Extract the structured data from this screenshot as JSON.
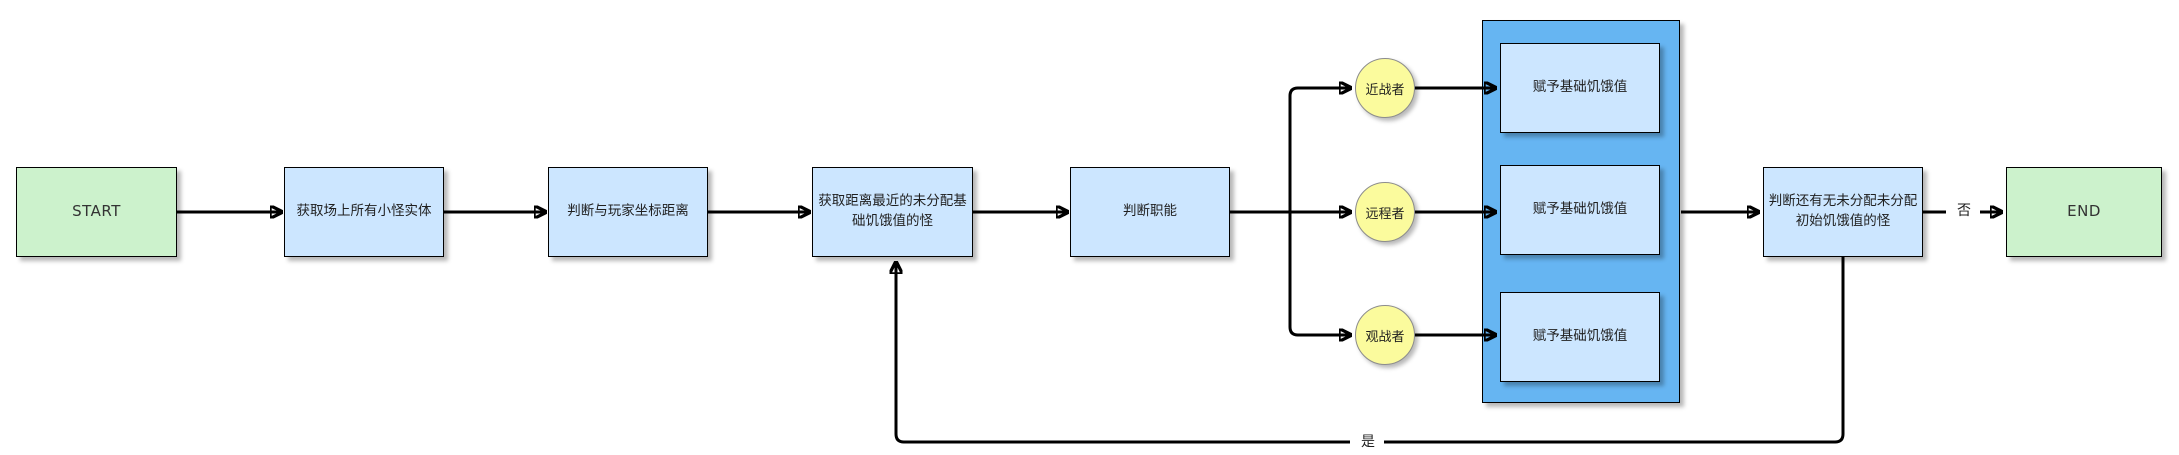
{
  "diagram": {
    "type": "flowchart",
    "nodes": {
      "start": {
        "label": "START"
      },
      "get_monsters": {
        "label": "获取场上所有小怪实体"
      },
      "judge_distance": {
        "label": "判断与玩家坐标距离"
      },
      "get_nearest": {
        "label": "获取距离最近的未分配基础饥饿值的怪"
      },
      "judge_role": {
        "label": "判断职能"
      },
      "role_melee": {
        "label": "近战者"
      },
      "role_ranged": {
        "label": "远程者"
      },
      "role_spectator": {
        "label": "观战者"
      },
      "assign_melee": {
        "label": "赋予基础饥饿值"
      },
      "assign_ranged": {
        "label": "赋予基础饥饿值"
      },
      "assign_spectator": {
        "label": "赋予基础饥饿值"
      },
      "check_remaining": {
        "label": "判断还有无未分配未分配初始饥饿值的怪"
      },
      "end": {
        "label": "END"
      }
    },
    "edge_labels": {
      "no": "否",
      "yes": "是"
    },
    "connections": [
      "START -> 获取场上所有小怪实体",
      "获取场上所有小怪实体 -> 判断与玩家坐标距离",
      "判断与玩家坐标距离 -> 获取距离最近的未分配基础饥饿值的怪",
      "获取距离最近的未分配基础饥饿值的怪 -> 判断职能",
      "判断职能 -> 近战者",
      "判断职能 -> 远程者",
      "判断职能 -> 观战者",
      "近战者 -> 赋予基础饥饿值",
      "远程者 -> 赋予基础饥饿值",
      "观战者 -> 赋予基础饥饿值",
      "赋予基础饥饿值组 -> 判断还有无未分配未分配初始饥饿值的怪",
      "判断还有无未分配未分配初始饥饿值的怪 -否-> END",
      "判断还有无未分配未分配初始饥饿值的怪 -是-> 获取距离最近的未分配基础饥饿值的怪"
    ]
  },
  "colors": {
    "node-green": "#ccf2cc",
    "node-blue": "#cce6ff",
    "group-blue": "#66b5f2",
    "circle-yellow": "#fbfb9d",
    "edge-black": "#000000"
  }
}
